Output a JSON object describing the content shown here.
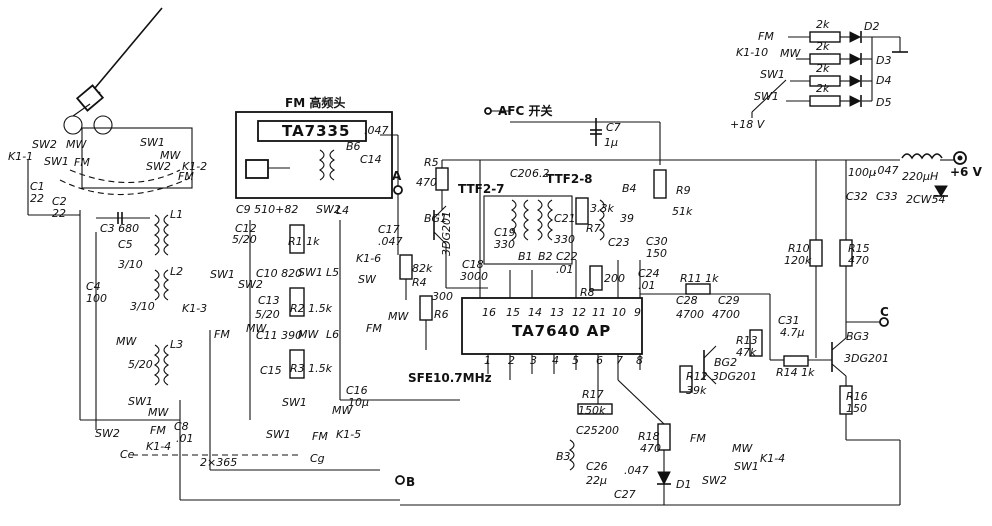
{
  "labels": {
    "fm_head_title": "FM 高频头",
    "ta7335": "TA7335",
    "ic_main": "TA7640 AP",
    "afc_switch": "AFC 开关",
    "c7": "C7",
    "c7_val": "1μ",
    "k1_1": "K1-1",
    "c1": "C1",
    "c1_val": "22",
    "c2": "C2",
    "c2_val": "22",
    "c3_680": "C3 680",
    "c5": "C5",
    "c5_val": "3/10",
    "c4": "C4",
    "c4_val": "100",
    "c6_val": "3/10",
    "cl_val": "5/20",
    "c8": "C8",
    "c8_val": ".01",
    "dual_cap": "2×365",
    "c9": "C9 510+82",
    "c12": "C12",
    "c12_val": "5/20",
    "c10": "C10 820",
    "c13": "C13",
    "c13_val": "5/20",
    "c11": "C11 390",
    "c15": "C15",
    "c16": "C16",
    "c16_val": "10μ",
    "r1_1k": "R1 1k",
    "r2_1_5k": "R2 1.5k",
    "r3_1_5k": "R3 1.5k",
    "l4": "L4",
    "l5": "L5",
    "l6": "L6",
    "l1": "L1",
    "l2": "L2",
    "l3": "L3",
    "b6": "B6",
    "c14": "C14",
    "c14_val": ".047",
    "c17": "C17",
    "c17_val": ".047",
    "r5": "R5",
    "r5_val": "470",
    "bg1": "BG1",
    "bg1_val": "3DG201",
    "r4": "R4",
    "r4_val": "82k",
    "r6": "R6",
    "r6_val": "300",
    "c18": "C18",
    "c18_val": "3000",
    "ttf27": "TTF2-7",
    "ttf28": "TTF2-8",
    "c20": "C20",
    "c20_val": "6.2",
    "c19": "C19",
    "c19_val": "330",
    "c21": "C21",
    "c21_val": "330",
    "c22": "C22",
    "c22_val": ".01",
    "b1": "B1",
    "b2": "B2",
    "b4": "B4",
    "r7": "R7",
    "r7_val": "3.3k",
    "c23": "C23",
    "c23_val": "39",
    "r8": "R8",
    "r8_val": "200",
    "c30": "C30",
    "c30_val": "150",
    "r9": "R9",
    "r9_val": "51k",
    "c24": "C24",
    "c24_val": ".01",
    "r11": "R11 1k",
    "c28": "C28",
    "c28_val": "4700",
    "c29": "C29",
    "c29_val": "4700",
    "c31": "C31",
    "c31_val": "4.7μ",
    "r13": "R13",
    "r13_val": "47k",
    "bg2": "BG2",
    "bg2_val": "3DG201",
    "r12": "R12",
    "r12_val": "39k",
    "r14": "R14 1k",
    "bg3": "BG3",
    "bg3_val": "3DG201",
    "r16": "R16",
    "r16_val": "150",
    "r15": "R15",
    "r15_val": "470",
    "r10": "R10",
    "r10_val": "120k",
    "c32": "C32",
    "c32_val": "100μ",
    "c33": "C33",
    "c33_val": ".047",
    "inductor_220": "220μH",
    "supply_6v": "+6 V",
    "zener": "2CW54",
    "r17": "R17",
    "r17_val": "150k",
    "c25": "C25",
    "c25_val": "200",
    "b3": "B3",
    "c26": "C26",
    "c26_val": "22μ",
    "c27": "C27",
    "c27_val": ".047",
    "r18": "R18",
    "r18_val": "470",
    "d1": "D1",
    "sfe": "SFE10.7MHz",
    "node_a": "A",
    "node_b": "B",
    "node_c": "C",
    "fm": "FM",
    "mw": "MW",
    "sw1": "SW1",
    "sw2": "SW2",
    "sw": "SW",
    "k1_2": "K1-2",
    "k1_3": "K1-3",
    "k1_4": "K1-4",
    "k1_5": "K1-5",
    "k1_6": "K1-6",
    "k1_10": "K1-10",
    "cg": "Cg",
    "c_e": "Ce",
    "ind_2k": "2k",
    "d2": "D2",
    "d3": "D3",
    "d4": "D4",
    "d5": "D5",
    "plus18v": "+18 V",
    "pin_16": "16",
    "pin_15": "15",
    "pin_14": "14",
    "pin_13": "13",
    "pin_12": "12",
    "pin_11": "11",
    "pin_10": "10",
    "pin_9": "9",
    "pin_1": "1",
    "pin_2": "2",
    "pin_3": "3",
    "pin_4": "4",
    "pin_5": "5",
    "pin_6": "6",
    "pin_7": "7",
    "pin_8": "8"
  }
}
